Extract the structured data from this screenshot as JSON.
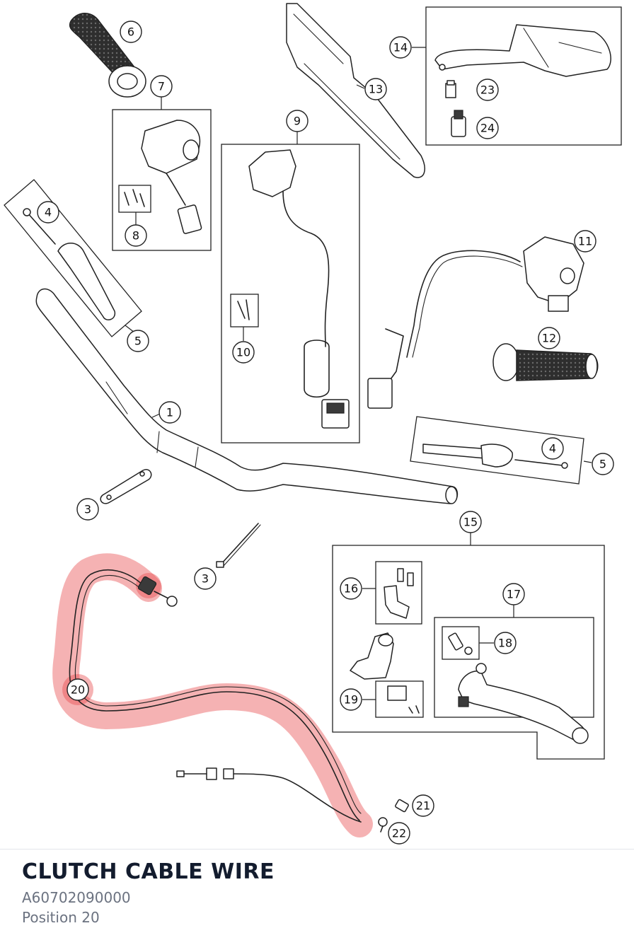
{
  "diagram": {
    "highlight_color": "#e8474b",
    "callouts": {
      "c1": "1",
      "c3a": "3",
      "c3b": "3",
      "c4a": "4",
      "c4b": "4",
      "c5a": "5",
      "c5b": "5",
      "c6": "6",
      "c7": "7",
      "c8": "8",
      "c9": "9",
      "c10": "10",
      "c11": "11",
      "c12": "12",
      "c13": "13",
      "c14": "14",
      "c15": "15",
      "c16": "16",
      "c17": "17",
      "c18": "18",
      "c19": "19",
      "c20": "20",
      "c21": "21",
      "c22": "22",
      "c23": "23",
      "c24": "24"
    }
  },
  "part": {
    "name": "CLUTCH CABLE WIRE",
    "number": "A60702090000",
    "position": "Position 20"
  }
}
